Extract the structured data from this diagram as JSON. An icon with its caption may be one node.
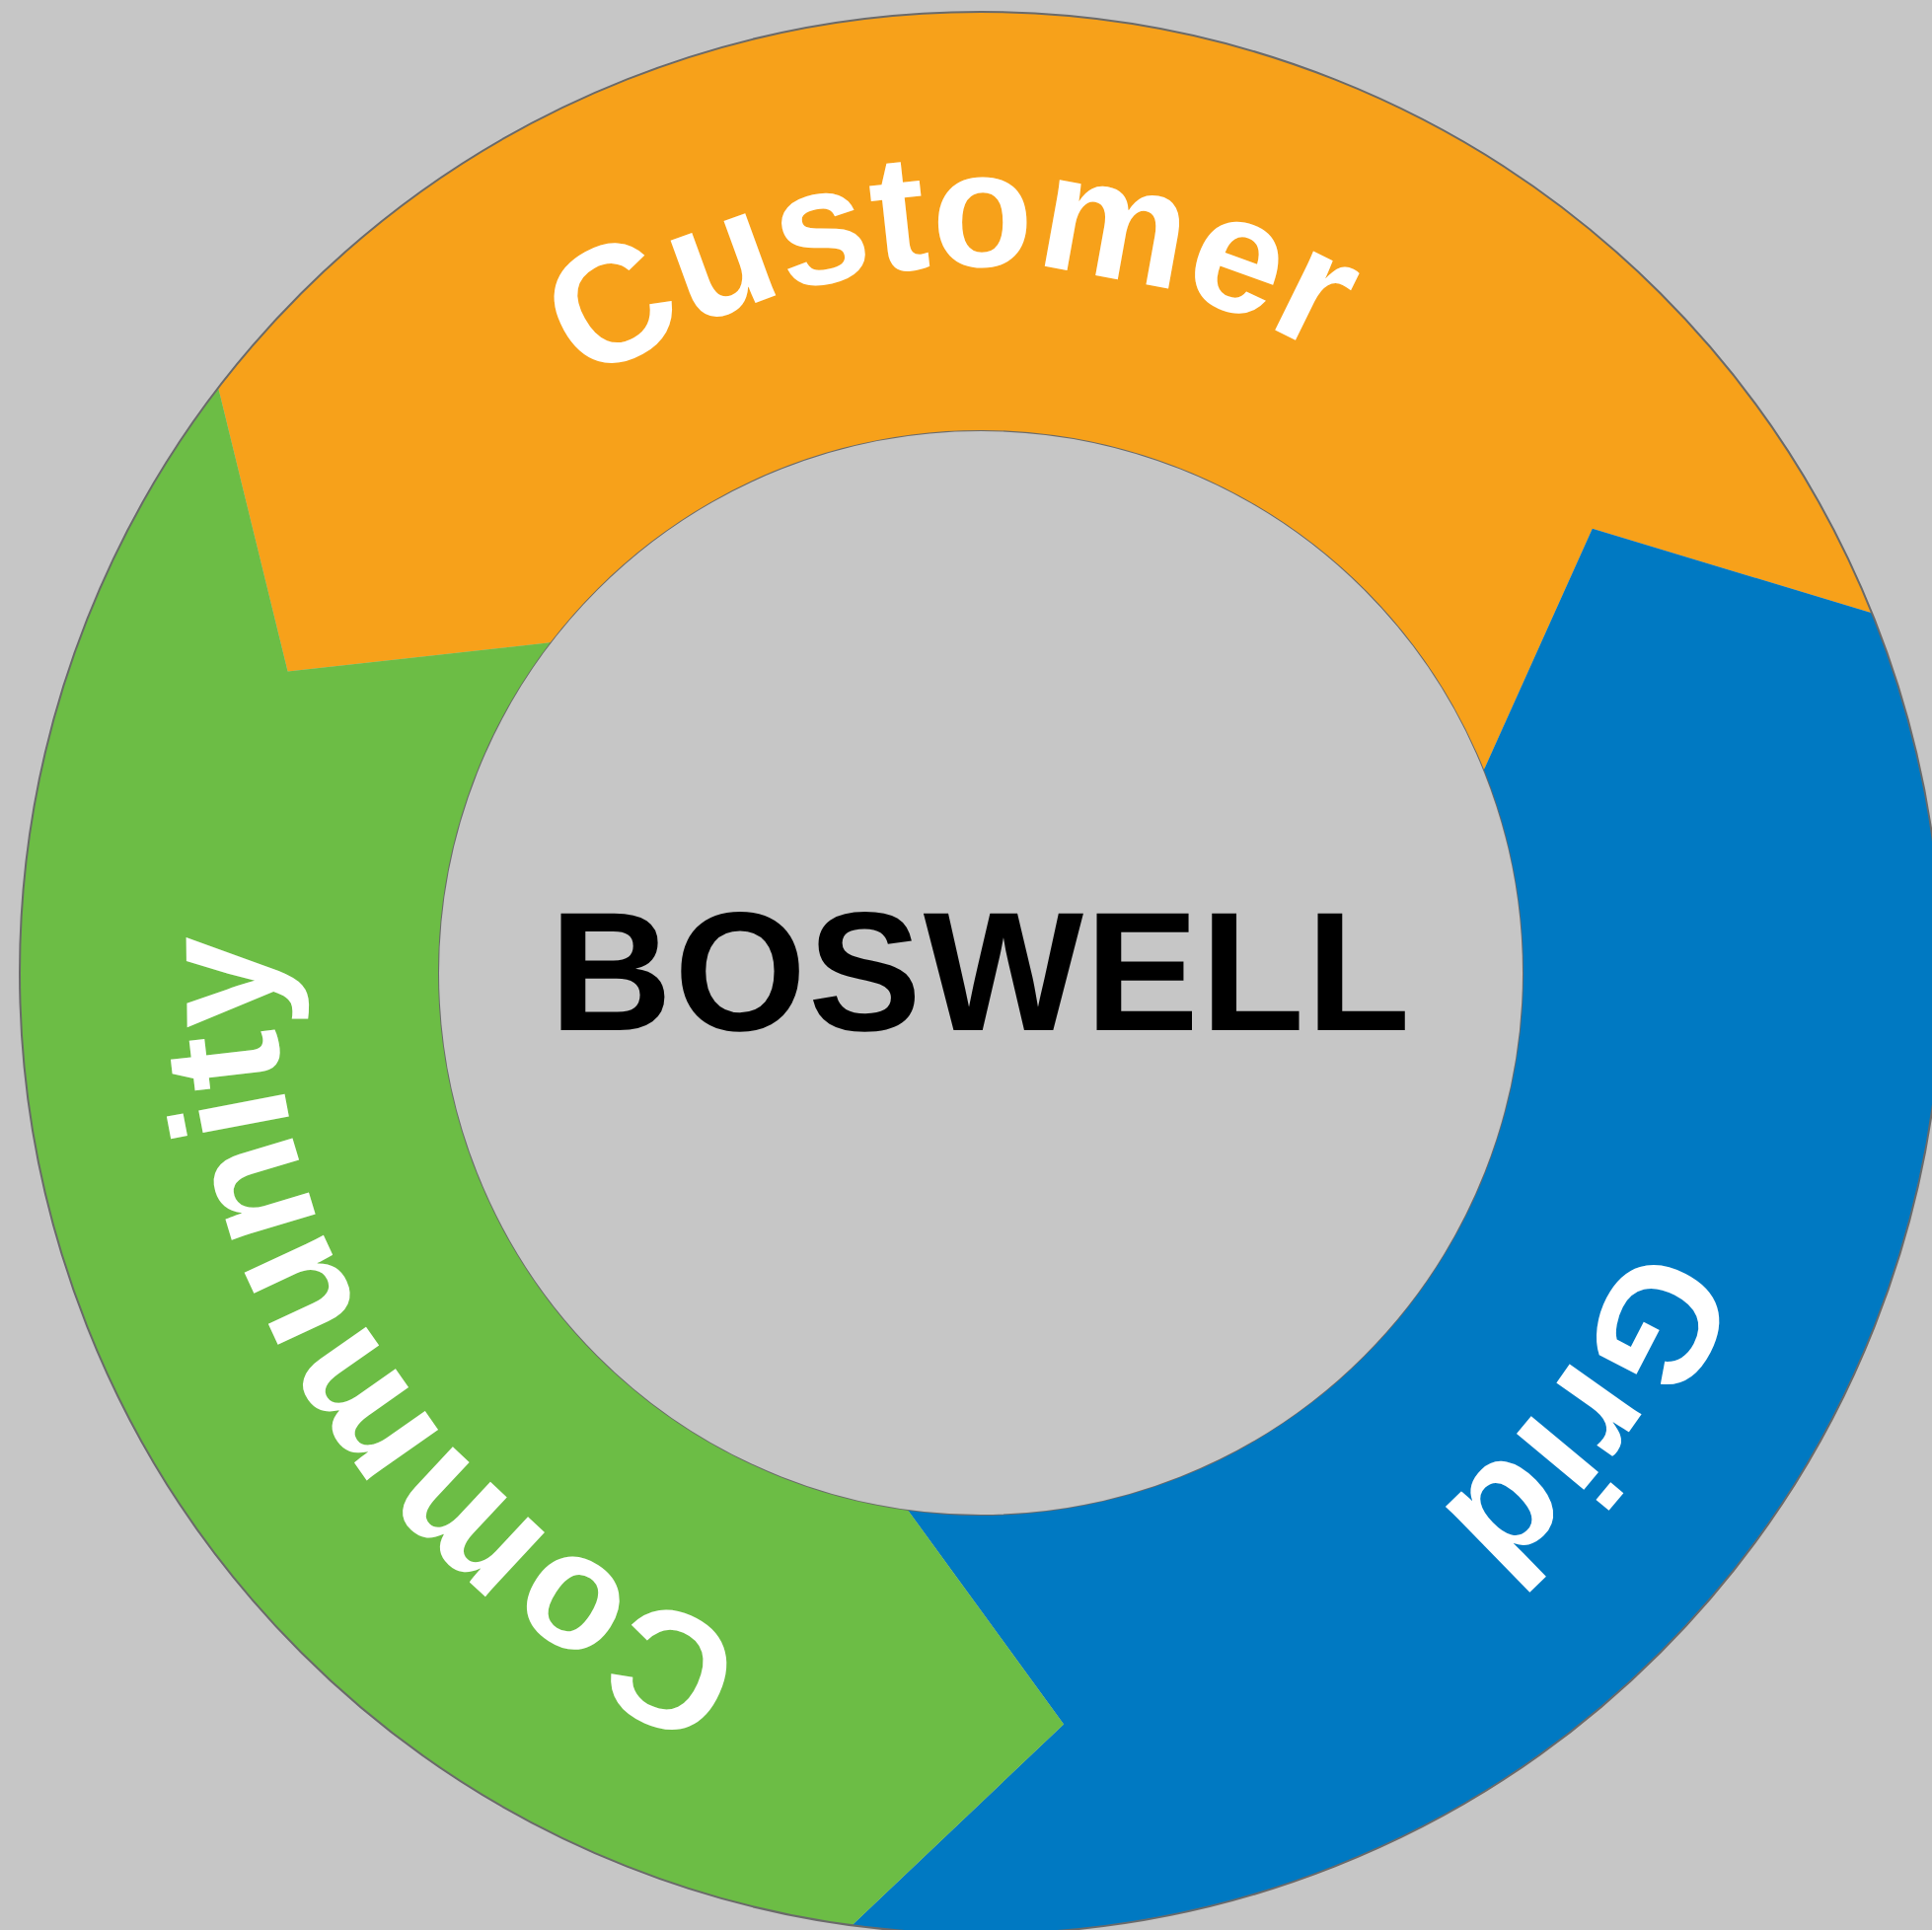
{
  "diagram": {
    "nodes": [
      {
        "text": [
          "BOSWELL"
        ]
      },
      {
        "text": [
          "Customer"
        ]
      },
      {
        "text": [
          "Grid"
        ]
      },
      {
        "text": [
          "Community"
        ]
      }
    ]
  }
}
